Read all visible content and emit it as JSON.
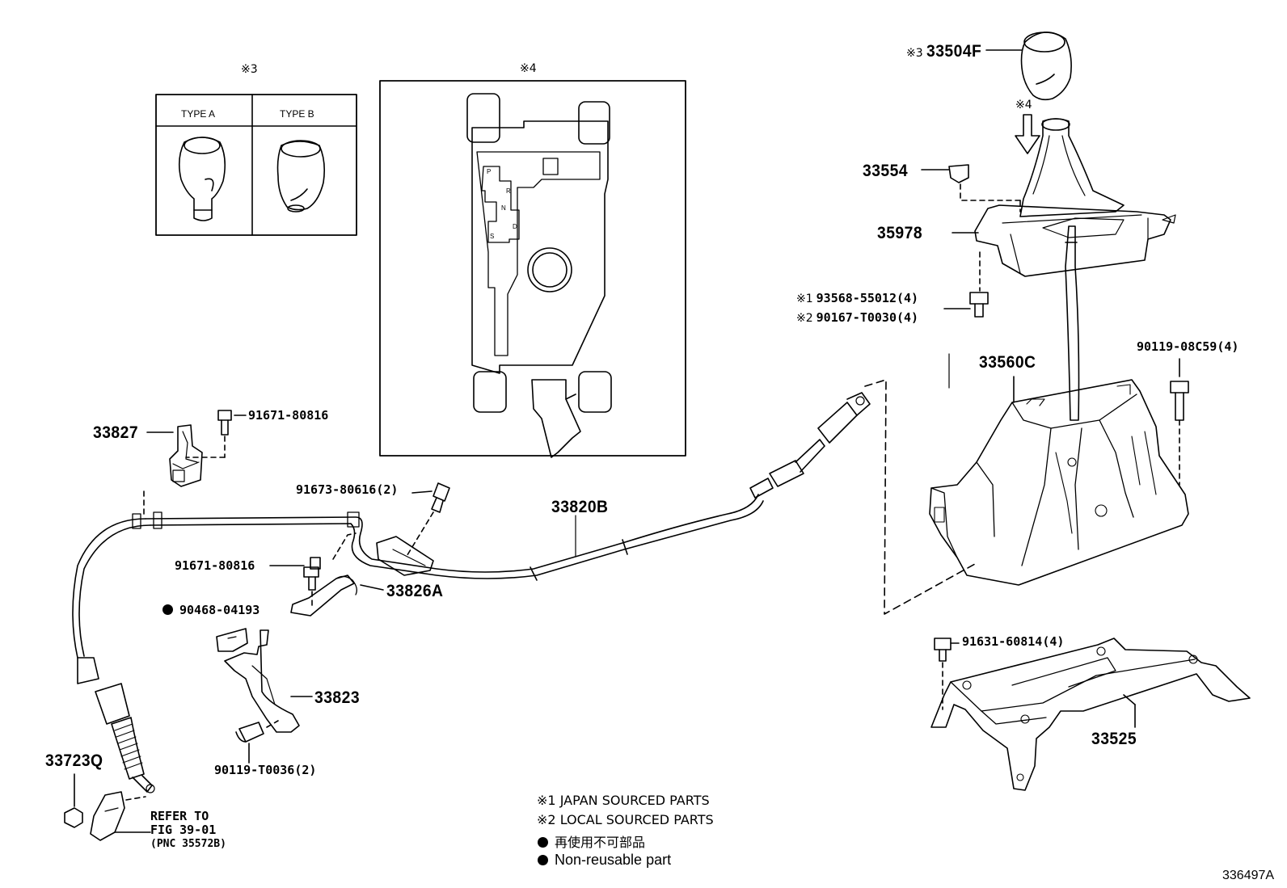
{
  "detail_boxes": {
    "knob_types": {
      "mark": "※3",
      "type_a": "TYPE A",
      "type_b": "TYPE B"
    },
    "gate_detail": {
      "mark": "※4",
      "positions": [
        "P",
        "R",
        "N",
        "D",
        "S"
      ]
    }
  },
  "parts": {
    "p33504F": {
      "mark": "※3",
      "number": "33504F"
    },
    "arrow_mark": "※4",
    "p33554": "33554",
    "p35978": "35978",
    "bolt_japan": {
      "mark": "※1",
      "number": "93568-55012(4)"
    },
    "bolt_local": {
      "mark": "※2",
      "number": "90167-T0030(4)"
    },
    "p33560C": "33560C",
    "p90119_08C59": "90119-08C59(4)",
    "p33827": "33827",
    "p91671_80816_top": "91671-80816",
    "p91673_80616": "91673-80616(2)",
    "p33820B": "33820B",
    "p91671_80816_mid": "91671-80816",
    "p33826A": "33826A",
    "p90468_04193": "90468-04193",
    "p33823": "33823",
    "p90119_T0036": "90119-T0036(2)",
    "p33723Q": "33723Q",
    "p91631_60814": "91631-60814(4)",
    "p33525": "33525"
  },
  "refer": {
    "line1": "REFER TO",
    "line2": "FIG 39-01",
    "line3": "(PNC 35572B)"
  },
  "legend": {
    "japan": {
      "mark": "※1",
      "text": "JAPAN SOURCED PARTS"
    },
    "local": {
      "mark": "※2",
      "text": "LOCAL SOURCED PARTS"
    },
    "nonreusable_jp": "再使用不可部品",
    "nonreusable_en": "Non-reusable part"
  },
  "illustration_id": "336497A"
}
